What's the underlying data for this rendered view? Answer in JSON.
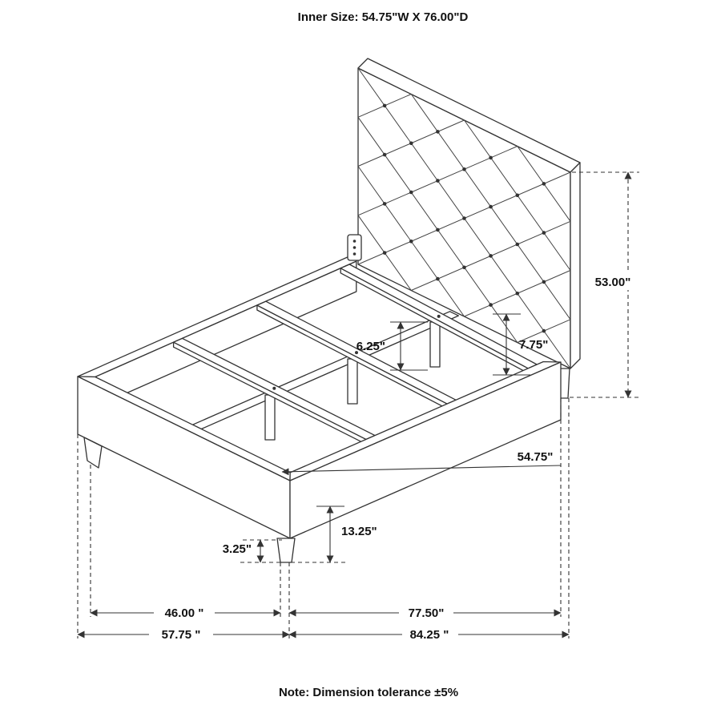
{
  "title": "Inner Size: 54.75\"W X 76.00\"D",
  "note": "Note: Dimension tolerance ±5%",
  "dimensions": {
    "headboard_height": "53.00\"",
    "slat_support_height": "6.25\"",
    "side_rail_height": "7.75\"",
    "inner_width": "54.75\"",
    "foot_rail_height": "13.25\"",
    "leg_height": "3.25\"",
    "foot_width": "46.00 \"",
    "side_length": "77.50\"",
    "overall_width": "57.75 \"",
    "overall_length": "84.25 \""
  }
}
